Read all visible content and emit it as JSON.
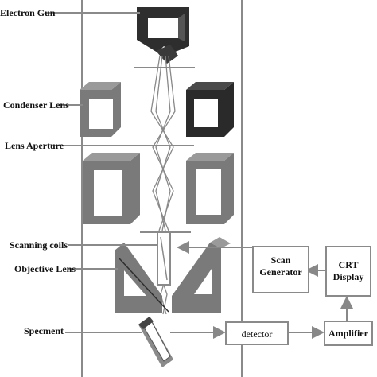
{
  "labels": {
    "electron_gun": "Electron Gun",
    "condenser_lens": "Condenser Lens",
    "lens_aperture": "Lens Aperture",
    "scanning_coils": "Scanning coils",
    "objective_lens": "Objective Lens",
    "specimen": "Specment"
  },
  "boxes": {
    "scan_generator_line1": "Scan",
    "scan_generator_line2": "Generator",
    "crt_display_line1": "CRT",
    "crt_display_line2": "Display",
    "detector": "detector",
    "amplifier": "Amplifier"
  }
}
